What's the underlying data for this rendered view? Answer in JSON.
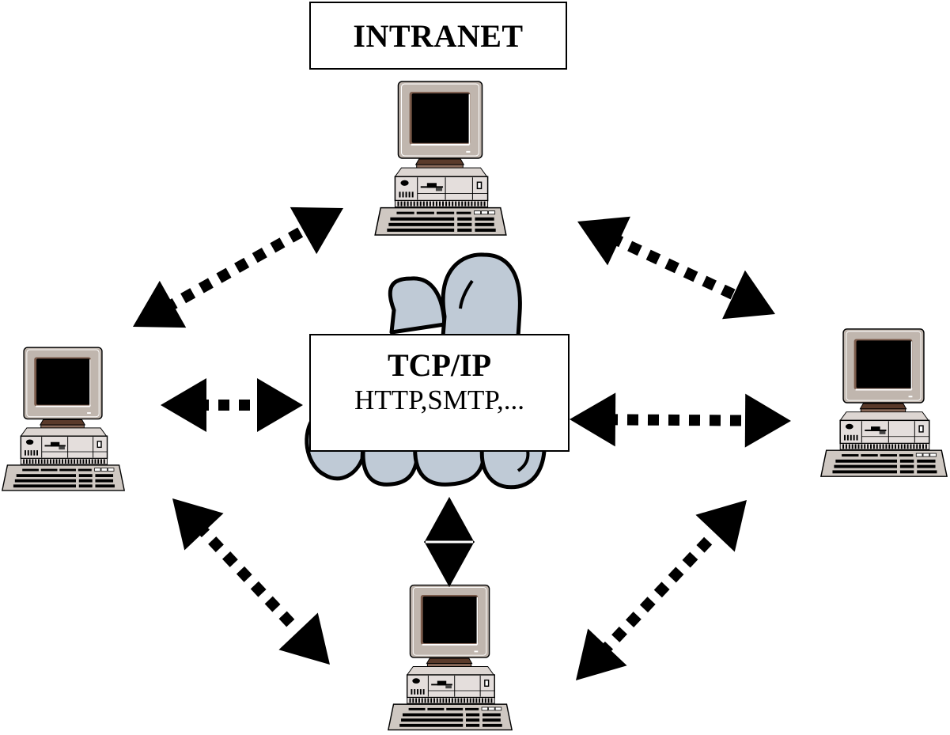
{
  "diagram": {
    "title": "INTRANET",
    "hub": {
      "title": "TCP/IP",
      "subtitle": "HTTP,SMTP,...",
      "shape": "cloud",
      "cloud_color": "#bfcad6"
    },
    "nodes": [
      {
        "id": "pc-top",
        "type": "desktop-computer",
        "position": "top"
      },
      {
        "id": "pc-left",
        "type": "desktop-computer",
        "position": "left"
      },
      {
        "id": "pc-right",
        "type": "desktop-computer",
        "position": "right"
      },
      {
        "id": "pc-bottom",
        "type": "desktop-computer",
        "position": "bottom"
      }
    ],
    "connections": [
      {
        "from": "pc-top",
        "to": "pc-left",
        "style": "dotted-bidirectional"
      },
      {
        "from": "pc-top",
        "to": "pc-right",
        "style": "dotted-bidirectional"
      },
      {
        "from": "pc-left",
        "to": "hub",
        "style": "dotted-bidirectional"
      },
      {
        "from": "hub",
        "to": "pc-right",
        "style": "dotted-bidirectional"
      },
      {
        "from": "hub",
        "to": "pc-bottom",
        "style": "solid-bidirectional"
      },
      {
        "from": "pc-left",
        "to": "pc-bottom",
        "style": "dotted-bidirectional"
      },
      {
        "from": "pc-bottom",
        "to": "pc-right",
        "style": "dotted-bidirectional"
      }
    ],
    "colors": {
      "line": "#000000",
      "monitor_bezel": "#c0b6ae",
      "monitor_screen": "#000000",
      "stand": "#5a3a2a",
      "case": "#e4dedc",
      "keyboard": "#cfc8c2"
    }
  }
}
